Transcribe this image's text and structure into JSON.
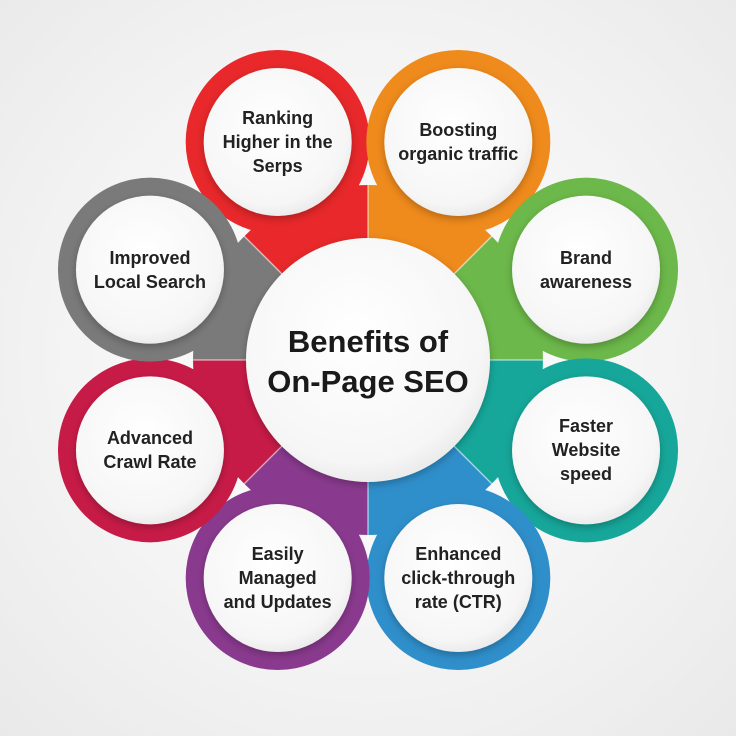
{
  "center": {
    "title": "Benefits of\nOn-Page SEO"
  },
  "benefits": [
    {
      "id": "ranking",
      "label": "Ranking\nHigher in the\nSerps",
      "color": "#e8282a"
    },
    {
      "id": "traffic",
      "label": "Boosting\norganic traffic",
      "color": "#ef8a1c"
    },
    {
      "id": "brand",
      "label": "Brand\nawareness",
      "color": "#6cb84a"
    },
    {
      "id": "speed",
      "label": "Faster\nWebsite\nspeed",
      "color": "#16a79a"
    },
    {
      "id": "ctr",
      "label": "Enhanced\nclick-through\nrate (CTR)",
      "color": "#2f8fcb"
    },
    {
      "id": "managed",
      "label": "Easily\nManaged\nand Updates",
      "color": "#8a3a8e"
    },
    {
      "id": "crawl",
      "label": "Advanced\nCrawl Rate",
      "color": "#c71b47"
    },
    {
      "id": "local",
      "label": "Improved\nLocal Search",
      "color": "#7a7a7a"
    }
  ]
}
